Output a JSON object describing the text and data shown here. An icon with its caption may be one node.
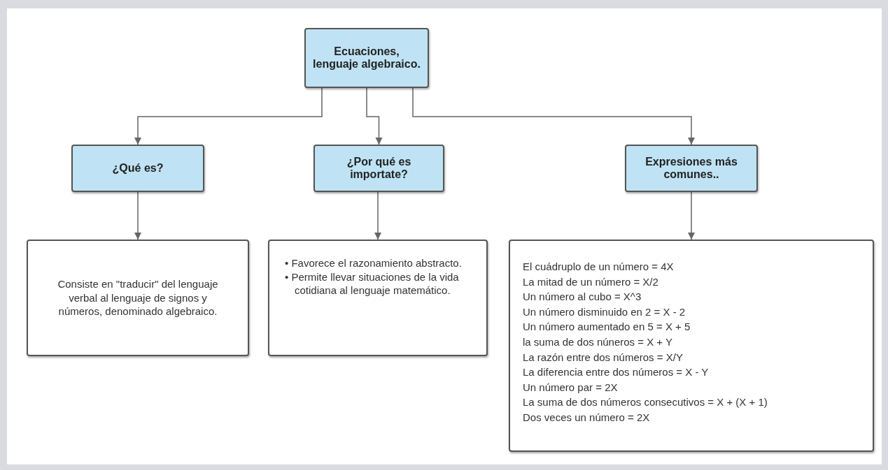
{
  "diagram": {
    "nodes": [
      {
        "text": [
          "Ecuaciones, lenguaje algebraico."
        ]
      },
      {
        "text": [
          "¿Qué es?"
        ]
      },
      {
        "text": [
          "¿Por qué es importate?"
        ]
      },
      {
        "text": [
          "Expresiones más comunes.."
        ]
      },
      {
        "text": [
          "Consiste en \"traducir\" del lenguaje verbal al lenguaje de signos y números, denominado algebraico."
        ]
      },
      {
        "text": [
          "• Favorece el razonamiento abstracto.",
          "• Permite llevar situaciones de la vida cotidiana al lenguaje matemático."
        ]
      },
      {
        "text": [
          "El cuádruplo de un número = 4X",
          "La mitad de un número = X/2",
          "Un número al cubo = X^3",
          "Un número disminuido en 2 = X - 2",
          "Un número aumentado en 5 = X + 5",
          "la suma de dos núneros = X + Y",
          "La razón entre dos números = X/Y",
          "La diferencia entre dos números = X - Y",
          "Un número par = 2X",
          "La suma de dos números consecutivos = X + (X + 1)",
          "Dos veces un número = 2X"
        ]
      }
    ],
    "edges": [
      {
        "from": 0,
        "to": 1,
        "arrow": "to"
      },
      {
        "from": 0,
        "to": 2,
        "arrow": "to"
      },
      {
        "from": 0,
        "to": 3,
        "arrow": "to"
      },
      {
        "from": 1,
        "to": 4,
        "arrow": "to"
      },
      {
        "from": 2,
        "to": 5,
        "arrow": "to"
      },
      {
        "from": 3,
        "to": 6,
        "arrow": "to"
      }
    ]
  }
}
